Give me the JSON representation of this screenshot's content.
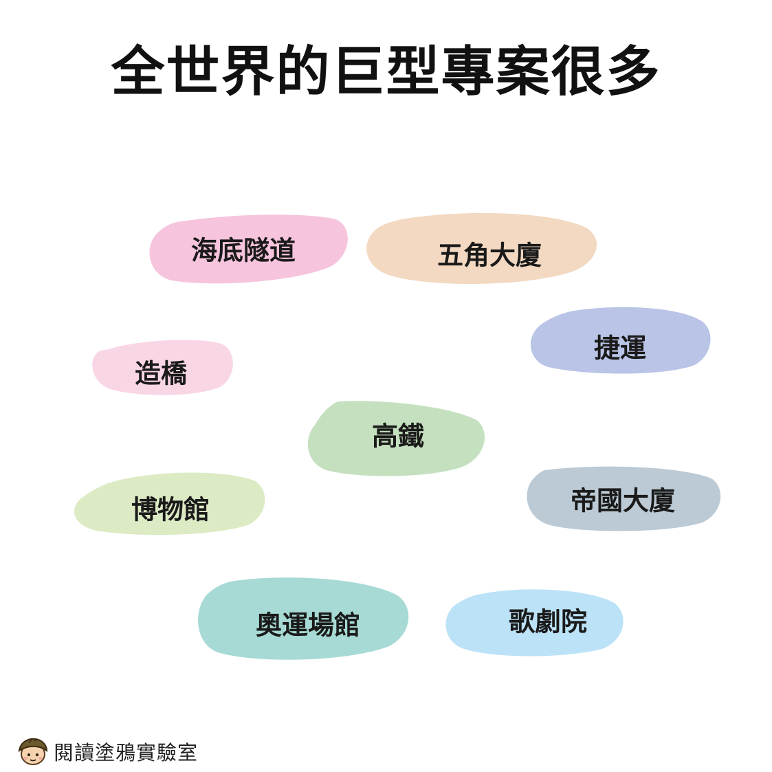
{
  "title": "全世界的巨型專案很多",
  "projects": [
    {
      "label": "海底隧道",
      "color": "#F6C4DC"
    },
    {
      "label": "五角大廈",
      "color": "#F3D9C2"
    },
    {
      "label": "捷運",
      "color": "#B9C4E6"
    },
    {
      "label": "造橋",
      "color": "#F9D6E6"
    },
    {
      "label": "高鐵",
      "color": "#C4E0BE"
    },
    {
      "label": "博物館",
      "color": "#DCEBC4"
    },
    {
      "label": "帝國大廈",
      "color": "#BCCAD5"
    },
    {
      "label": "奧運場館",
      "color": "#A7DAD4"
    },
    {
      "label": "歌劇院",
      "color": "#BCE2F7"
    }
  ],
  "brand": {
    "name": "閱讀塗鴉實驗室",
    "icon": "doodle-kid-logo-icon"
  }
}
